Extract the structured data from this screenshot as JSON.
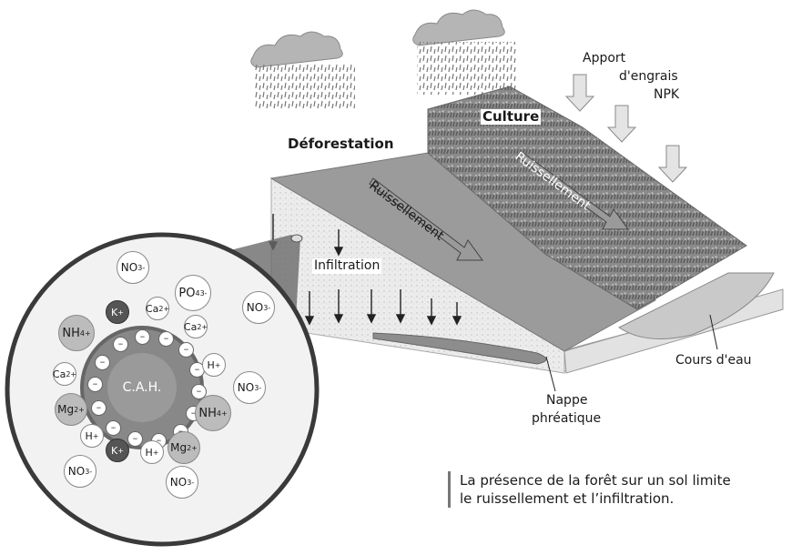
{
  "labels": {
    "apport_line1": "Apport",
    "apport_line2": "d'engrais",
    "apport_line3": "NPK",
    "culture": "Culture",
    "deforestation": "Déforestation",
    "ruissellement_1": "Ruissellement",
    "ruissellement_2": "Ruissellement",
    "infiltration": "Infiltration",
    "cours_eau": "Cours d'eau",
    "nappe_line1": "Nappe",
    "nappe_line2": "phréatique"
  },
  "caption": {
    "line1": "La présence de la forêt sur un sol limite",
    "line2": "le ruissellement et l’infiltration."
  },
  "zoom": {
    "center": "C.A.H.",
    "ions": [
      "NO3-",
      "K+",
      "Ca2+",
      "PO43-",
      "Ca2+",
      "NO3-",
      "NH4+",
      "H+",
      "Ca2+",
      "Mg2+",
      "NH4+",
      "NO3-",
      "H+",
      "Mg2+",
      "H+",
      "K+",
      "NO3-",
      "NO3-"
    ],
    "minus": "–"
  }
}
